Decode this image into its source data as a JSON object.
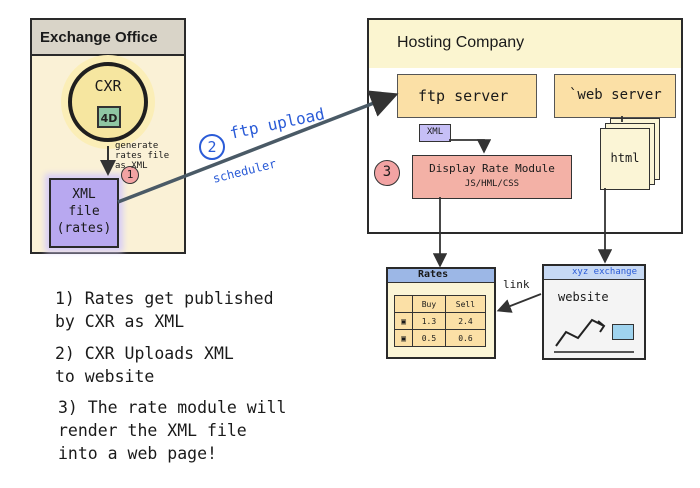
{
  "exchange_office": {
    "title": "Exchange Office",
    "cxr_label": "CXR",
    "fourd_label": "4D",
    "xml_file_label": "XML\nfile\n(rates)",
    "step1_number": "1",
    "step1_note": "generate\nrates file\nas XML"
  },
  "step2": {
    "number": "2",
    "label": "ftp upload",
    "scheduler": "scheduler"
  },
  "hosting_company": {
    "title": "Hosting Company",
    "ftp_server": "ftp server",
    "web_server": "`web server",
    "xml_chip": "XML",
    "display_module_title": "Display Rate Module",
    "display_module_sub": "JS/HML/CSS",
    "step3_number": "3",
    "html_label": "html"
  },
  "rates_browser": {
    "title": "Rates",
    "table": [
      [
        "",
        "Buy",
        "Sell"
      ],
      [
        "",
        "1.3",
        "2.4"
      ],
      [
        "",
        "0.5",
        "0.6"
      ]
    ]
  },
  "website_browser": {
    "tab": "xyz exchange",
    "label": "website"
  },
  "link_label": "link",
  "notes": [
    "1)  Rates get published\n     by CXR as XML",
    "2)  CXR Uploads XML\n      to website",
    "3)  The rate module will\n     render the XML file\n     into a web page!"
  ],
  "colors": {
    "annotation_blue": "#2a5bd7",
    "exchange_bg": "#faf1d6",
    "xml_purple": "#b8a8f0",
    "server_orange": "#fbe0a6",
    "module_red": "#f3b1a6"
  }
}
